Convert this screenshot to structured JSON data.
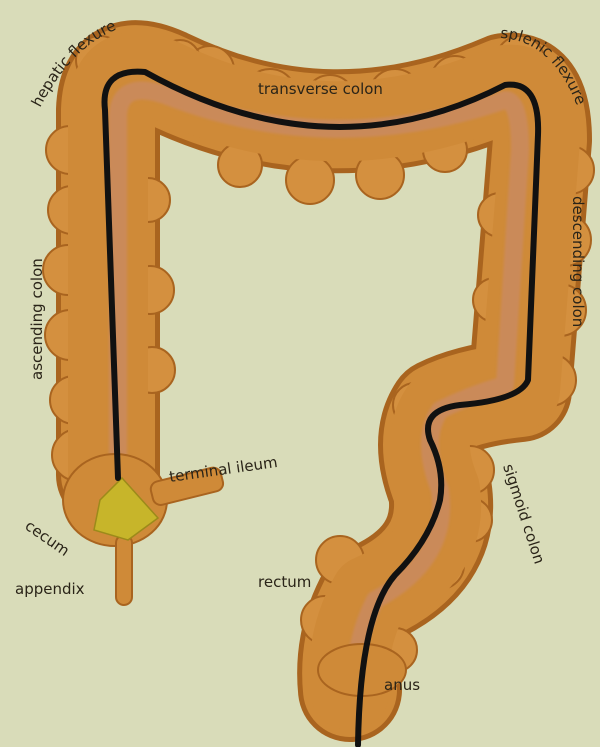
{
  "labels": {
    "hepatic_flexure": "hepatic flexure",
    "transverse_colon": "transverse colon",
    "splenic_flexure": "splenic flexure",
    "ascending_colon": "ascending colon",
    "descending_colon": "descending colon",
    "terminal_ileum": "terminal ileum",
    "cecum": "cecum",
    "appendix": "appendix",
    "sigmoid_colon": "sigmoid colon",
    "rectum": "rectum",
    "anus": "anus"
  },
  "colors": {
    "background": "#d9dcb9",
    "colon": "#cf8a38",
    "colon_shadow": "#a9641f",
    "colon_highlight": "#e3a45c",
    "lumen": "#c9875e",
    "scope": "#111111",
    "cecum_tip": "#c7b52a",
    "text": "#2a2418"
  }
}
